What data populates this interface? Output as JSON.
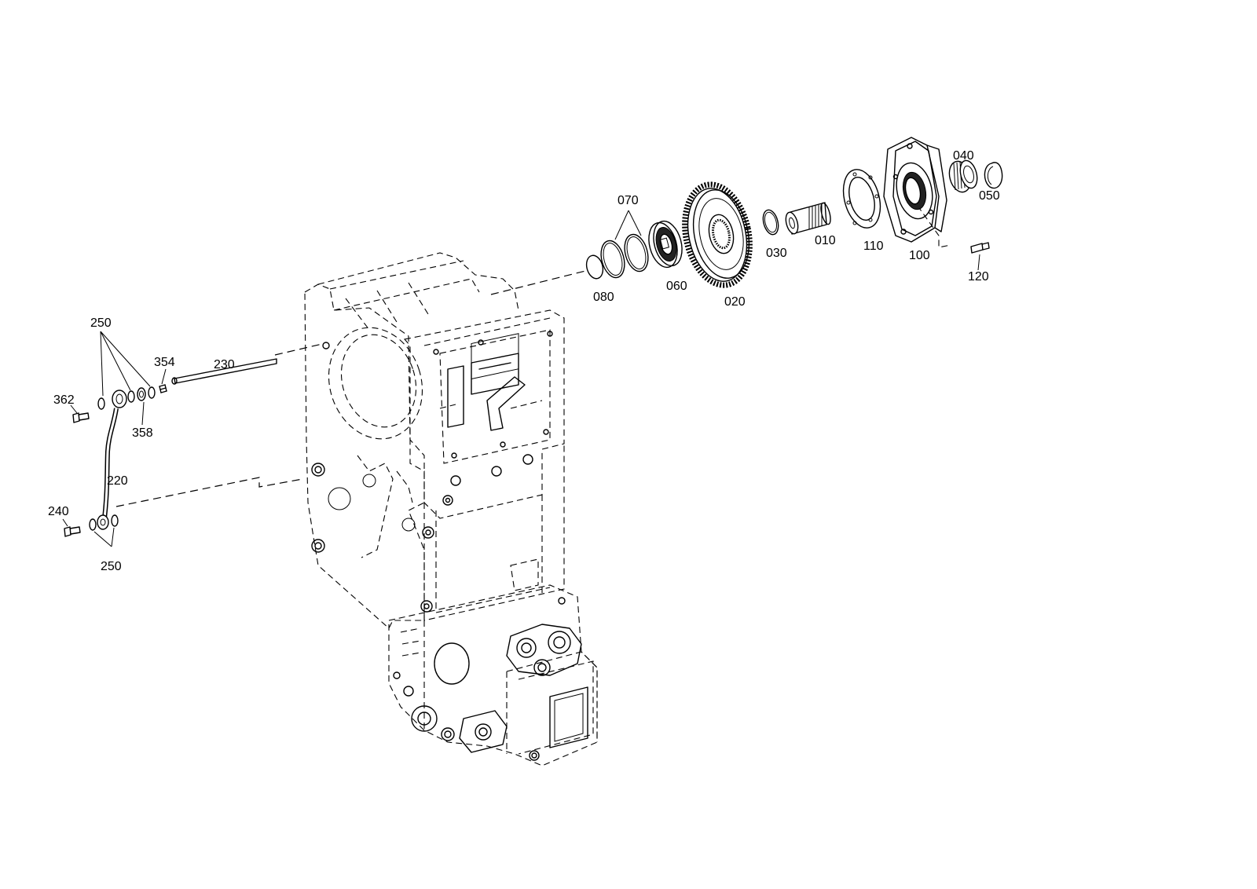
{
  "labels": {
    "p070": "070",
    "p040": "040",
    "p050": "050",
    "p080": "080",
    "p060": "060",
    "p020": "020",
    "p030": "030",
    "p010": "010",
    "p110": "110",
    "p100": "100",
    "p120": "120",
    "p250_top": "250",
    "p354": "354",
    "p230": "230",
    "p362": "362",
    "p358": "358",
    "p220": "220",
    "p240": "240",
    "p250_bottom": "250"
  }
}
